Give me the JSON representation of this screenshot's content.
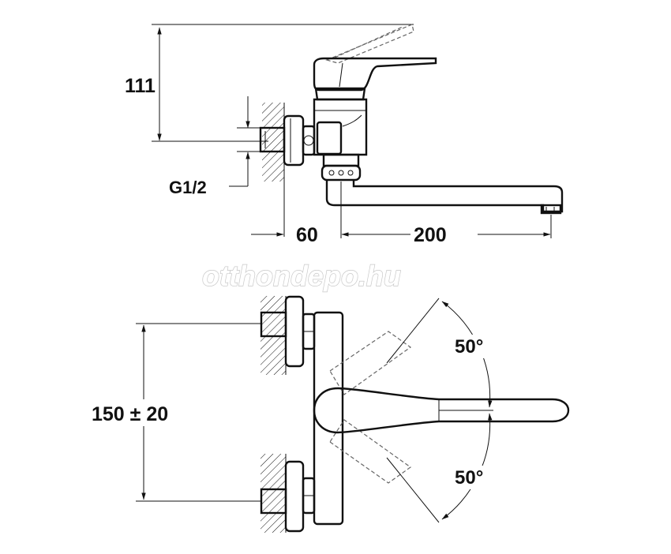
{
  "watermark": "otthondepo.hu",
  "side_view": {
    "height_label": "111",
    "thread_label": "G1/2",
    "wall_offset_label": "60",
    "spout_length_label": "200"
  },
  "front_view": {
    "centre_distance_label": "150 ± 20",
    "angle_up_label": "50°",
    "angle_down_label": "50°"
  },
  "colors": {
    "line": "#111111",
    "dashed": "#666666",
    "watermark": "#c8c8c8"
  }
}
